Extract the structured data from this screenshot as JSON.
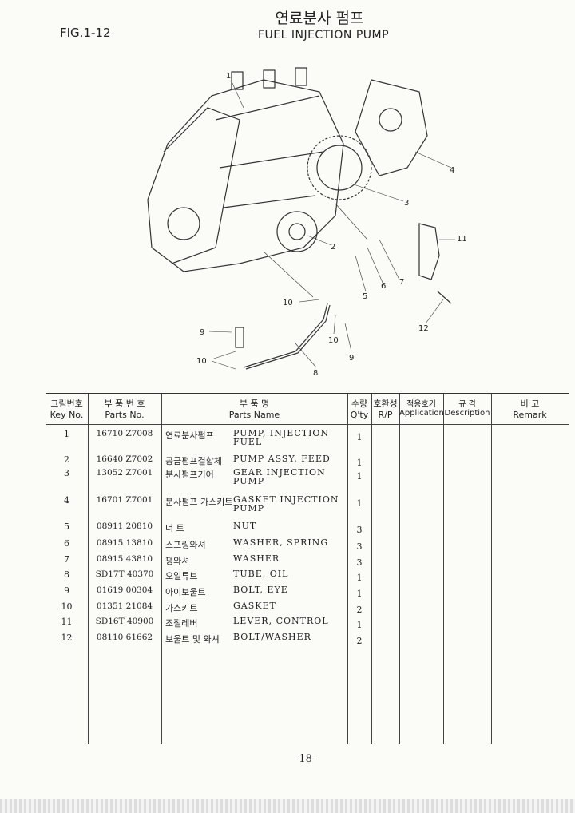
{
  "header": {
    "figure": "FIG.1-12",
    "title_kr": "연료분사 펌프",
    "title_en": "FUEL INJECTION PUMP"
  },
  "callouts": [
    "1",
    "2",
    "3",
    "4",
    "5",
    "6",
    "7",
    "8",
    "9",
    "9",
    "10",
    "10",
    "10",
    "11",
    "12"
  ],
  "table": {
    "headers": [
      {
        "kr": "그림번호",
        "en": "Key No."
      },
      {
        "kr": "부 품 번 호",
        "en": "Parts No."
      },
      {
        "kr": "부 품 명",
        "en": "Parts Name"
      },
      {
        "kr": "수량",
        "en": "Q'ty"
      },
      {
        "kr": "호환성",
        "en": "R/P"
      },
      {
        "kr": "적용호기",
        "en": "Application"
      },
      {
        "kr": "규 격",
        "en": "Description"
      },
      {
        "kr": "비 고",
        "en": "Remark"
      }
    ],
    "rows": [
      {
        "key": "1",
        "part_no": "16710 Z7008",
        "name_kr": "연료분사펌프",
        "name_en": "PUMP, INJECTION FUEL",
        "qty": "1"
      },
      {
        "key": "2",
        "part_no": "16640 Z7002",
        "name_kr": "공급펌프결합체",
        "name_en": "PUMP ASSY, FEED",
        "qty": "1"
      },
      {
        "key": "3",
        "part_no": "13052 Z7001",
        "name_kr": "분사펌프기어",
        "name_en": "GEAR INJECTION PUMP",
        "qty": "1"
      },
      {
        "key": "4",
        "part_no": "16701 Z7001",
        "name_kr": "분사펌프 가스키트",
        "name_en": "GASKET INJECTION PUMP",
        "qty": "1"
      },
      {
        "key": "5",
        "part_no": "08911 20810",
        "name_kr": "너 트",
        "name_en": "NUT",
        "qty": "3"
      },
      {
        "key": "6",
        "part_no": "08915 13810",
        "name_kr": "스프링와셔",
        "name_en": "WASHER, SPRING",
        "qty": "3"
      },
      {
        "key": "7",
        "part_no": "08915 43810",
        "name_kr": "평와셔",
        "name_en": "WASHER",
        "qty": "3"
      },
      {
        "key": "8",
        "part_no": "SD17T 40370",
        "name_kr": "오일튜브",
        "name_en": "TUBE, OIL",
        "qty": "1"
      },
      {
        "key": "9",
        "part_no": "01619 00304",
        "name_kr": "아이보울트",
        "name_en": "BOLT, EYE",
        "qty": "1"
      },
      {
        "key": "10",
        "part_no": "01351 21084",
        "name_kr": "가스키트",
        "name_en": "GASKET",
        "qty": "2"
      },
      {
        "key": "11",
        "part_no": "SD16T 40900",
        "name_kr": "조절레버",
        "name_en": "LEVER, CONTROL",
        "qty": "1"
      },
      {
        "key": "12",
        "part_no": "08110 61662",
        "name_kr": "보울트 및 와셔",
        "name_en": "BOLT/WASHER",
        "qty": "2"
      }
    ]
  },
  "footer": {
    "page": "-18-"
  }
}
